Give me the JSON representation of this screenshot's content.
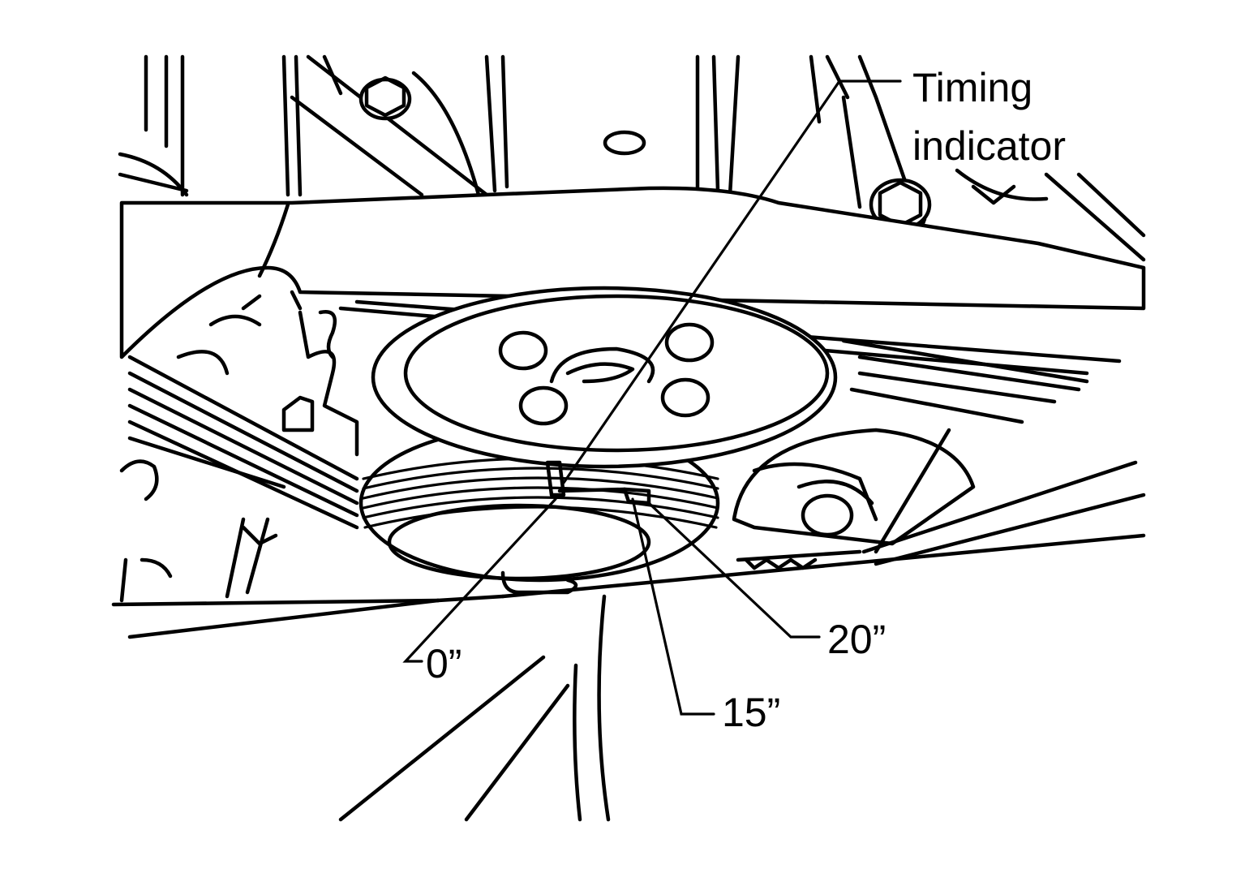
{
  "diagram": {
    "labels": {
      "timing_indicator_line1": "Timing",
      "timing_indicator_line2": "indicator",
      "mark_0": "0”",
      "mark_15": "15”",
      "mark_20": "20”"
    },
    "colors": {
      "line": "#000000",
      "background": "#ffffff"
    }
  }
}
